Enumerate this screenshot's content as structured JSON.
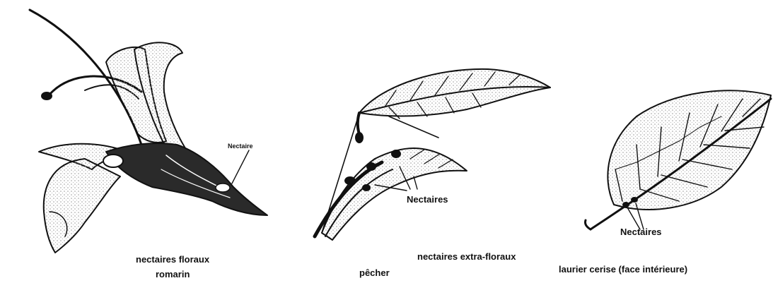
{
  "labels": {
    "rosemary_nectar": "Nectaire",
    "floral_title": "nectaires floraux",
    "rosemary_name": "romarin",
    "peach_nectars": "Nectaires",
    "extrafloral_title": "nectaires extra-floraux",
    "peach_name": "pêcher",
    "cherry_laurel_nectars": "Nectaires",
    "cherry_laurel_name": "laurier cerise (face intérieure)"
  },
  "colors": {
    "ink": "#111111",
    "paper": "#ffffff",
    "stipple": "#cfcfcf"
  }
}
